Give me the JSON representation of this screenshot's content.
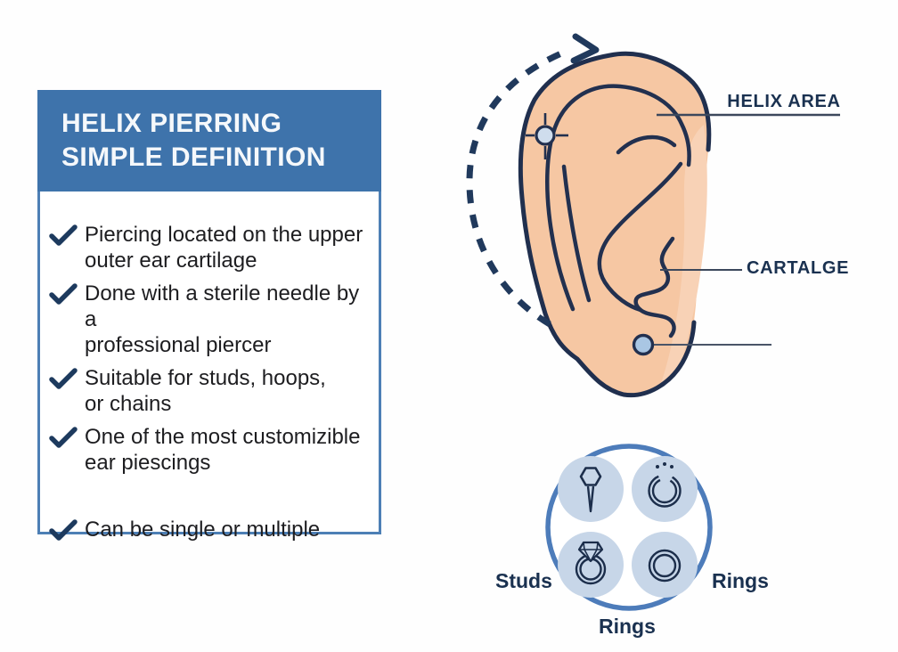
{
  "card": {
    "title_line1": "HELIX PIERRING",
    "title_line2": "SIMPLE DEFINITION",
    "items": [
      [
        "Piercing located on the upper",
        "outer ear cartilage"
      ],
      [
        "Done with a sterile needle by a",
        "professional piercer"
      ],
      [
        "Suitable for studs, hoops,",
        "or chains"
      ],
      [
        "One of the most customizible",
        "ear piescings"
      ],
      [
        "Can be single or multiple"
      ]
    ]
  },
  "diagram": {
    "helix_label": "HELIX AREA",
    "cartilage_label": "CARTALGE"
  },
  "jewelry": {
    "left_label": "Studs",
    "right_label": "Rings",
    "bottom_label": "Rings",
    "icons": [
      "stud-pin",
      "open-hoop",
      "diamond-ring",
      "plain-ring"
    ]
  },
  "colors": {
    "header_blue": "#3e73ab",
    "card_border_blue": "#4d7fb5",
    "check_navy": "#1d3a5e",
    "label_navy": "#1a3150",
    "ear_fill": "#f6c7a3",
    "ear_fill_light": "#f8d2b6",
    "ear_outline": "#202f4e",
    "dashed_arrow_navy": "#20395c",
    "circle_blue": "#4d7cba",
    "chip_fill": "#c7d6e8",
    "stud_fill": "#a9c6e3",
    "marker_fill": "#cfdded"
  }
}
